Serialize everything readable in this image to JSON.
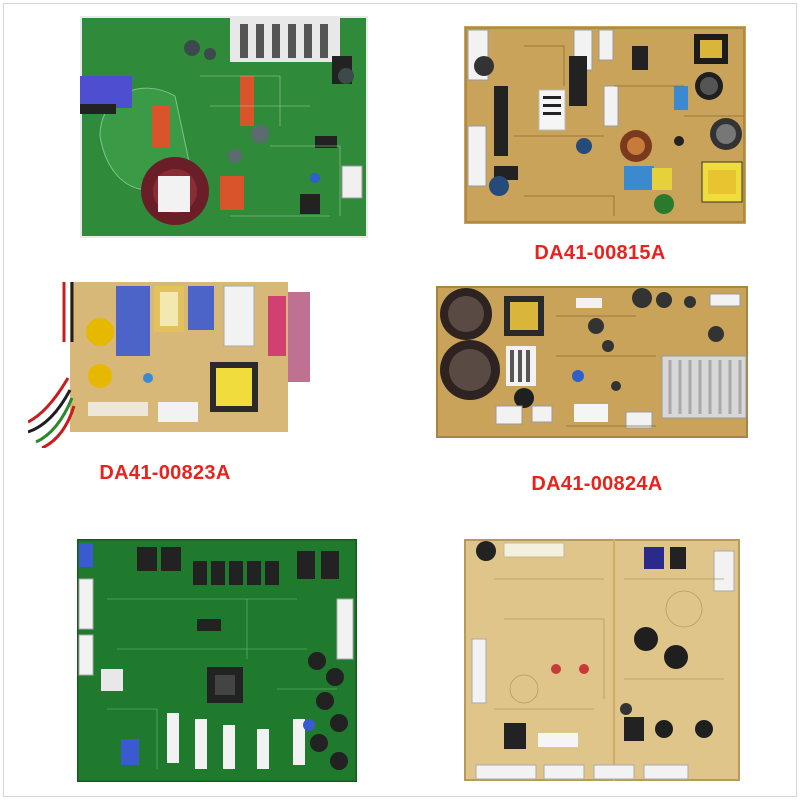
{
  "captions": {
    "board_2": "DA41-00815A",
    "board_3": "DA41-00823A",
    "board_4": "DA41-00824A"
  },
  "colors": {
    "caption_red": "#e8231d",
    "green_pcb": "#2f8a3a",
    "dark_green_pcb": "#1f7a2e",
    "tan_pcb": "#c9a35a",
    "light_tan_pcb": "#e0c58a"
  }
}
